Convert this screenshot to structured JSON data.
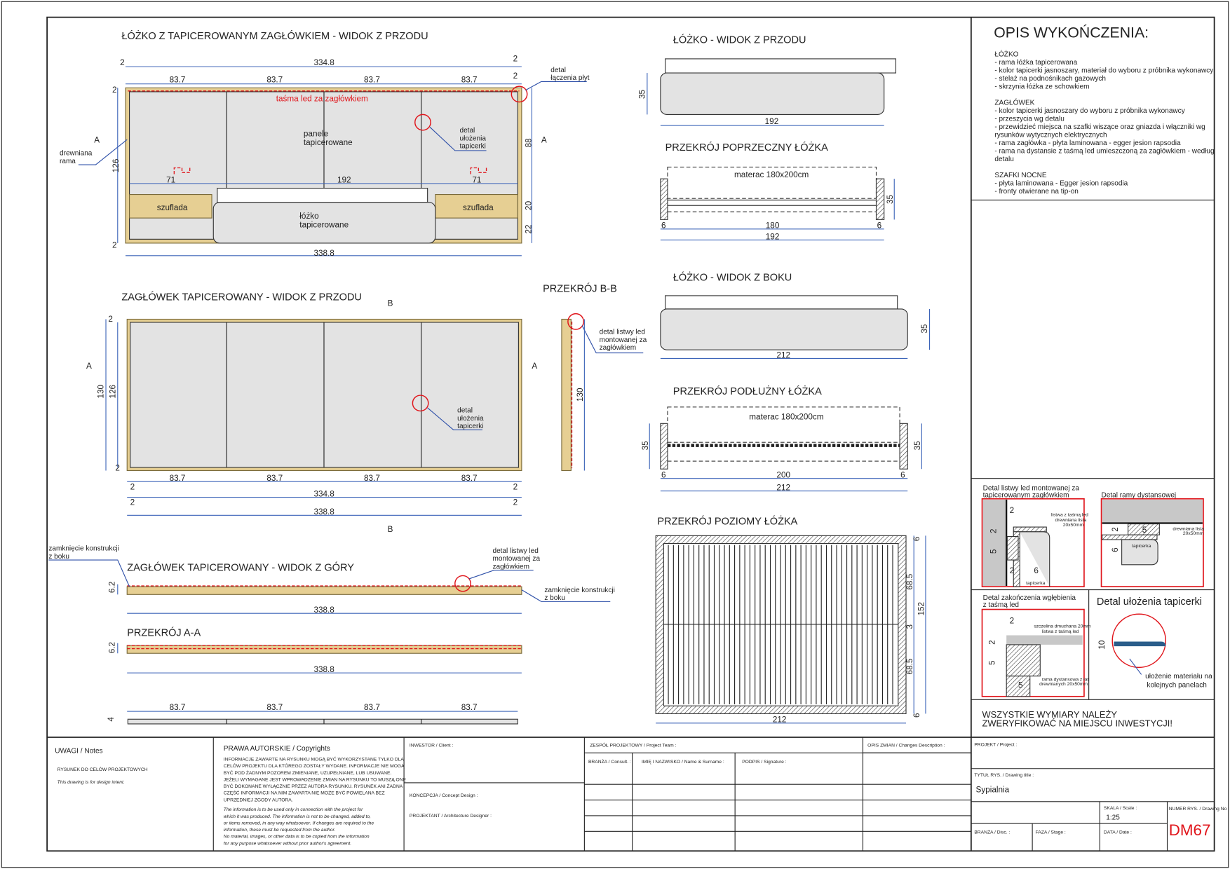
{
  "front_view": {
    "title": "ŁÓŻKO Z TAPICEROWANYM ZAGŁÓWKIEM - WIDOK Z PRZODU",
    "led_label": "taśma led za zagłówkiem",
    "panels_label": [
      "panele",
      "tapicerowane"
    ],
    "detail_upholstery": [
      "detal",
      "ułożenia",
      "tapicerki"
    ],
    "detail_joint": [
      "detal",
      "łączenia płyt"
    ],
    "wood_frame": [
      "drewniana",
      "rama"
    ],
    "drawer": "szuflada",
    "bed": [
      "łóżko",
      "tapicerowane"
    ],
    "section_mark": "A",
    "dims": {
      "side_left": "2",
      "total_inner": "334.8",
      "side_right": "2",
      "panel": "83.7",
      "top": "2",
      "height": "126",
      "upper": "88",
      "drawer_h": "20",
      "base_h": "22",
      "bottom": "2",
      "total": "338.8",
      "bed_w": "192",
      "offset": "71"
    }
  },
  "headboard_front": {
    "title": "ZAGŁÓWEK TAPICEROWANY - WIDOK Z PRZODU",
    "section_b": "B",
    "section_a": "A",
    "detail_upholstery": [
      "detal",
      "ułożenia",
      "tapicerki"
    ],
    "dims": {
      "outer_h": "130",
      "inner_h": "126",
      "edge": "2",
      "panel": "83.7",
      "inner_w": "334.8",
      "total": "338.8"
    }
  },
  "section_bb": {
    "title": "PRZEKRÓJ B-B",
    "detail_led": [
      "detal listwy led",
      "montowanej za",
      "zagłówkiem"
    ],
    "height": "130"
  },
  "headboard_top": {
    "title": "ZAGŁÓWEK TAPICEROWANY - WIDOK Z GÓRY",
    "closure_left": [
      "zamknięcie konstrukcji",
      "z boku"
    ],
    "closure_right": [
      "zamknięcie konstrukcji",
      "z boku"
    ],
    "detail_led": [
      "detal listwy led",
      "montowanej za",
      "zagłówkiem"
    ],
    "depth": "6.2",
    "total": "338.8"
  },
  "section_aa": {
    "title": "PRZEKRÓJ A-A",
    "depth": "6.2",
    "total": "338.8",
    "panel": "83.7",
    "thickness": "4"
  },
  "bed_front": {
    "title": "ŁÓŻKO - WIDOK Z PRZODU",
    "height": "35",
    "width": "192"
  },
  "bed_cross": {
    "title": "PRZEKRÓJ POPRZECZNY ŁÓŻKA",
    "mattress": "materac 180x200cm",
    "height": "35",
    "side": "6",
    "inner": "180",
    "total": "192"
  },
  "bed_side": {
    "title": "ŁÓŻKO - WIDOK Z BOKU",
    "height": "35",
    "length": "212"
  },
  "bed_long": {
    "title": "PRZEKRÓJ PODŁUŻNY ŁÓŻKA",
    "mattress": "materac 180x200cm",
    "height": "35",
    "side": "6",
    "inner": "200",
    "total": "212"
  },
  "bed_plan": {
    "title": "PRZEKRÓJ POZIOMY ŁÓŻKA",
    "edge": "6",
    "half": "68.5",
    "mid": "3",
    "total_w": "152",
    "length": "212"
  },
  "finish": {
    "title": "OPIS WYKOŃCZENIA:",
    "sections": [
      {
        "heading": "ŁÓŻKO",
        "lines": [
          "- rama łóżka tapicerowana",
          "- kolor tapicerki jasnoszary, materiał do wyboru z próbnika wykonawcy",
          "- stelaż na podnośnikach gazowych",
          "- skrzynia łóżka ze schowkiem"
        ]
      },
      {
        "heading": "ZAGŁÓWEK",
        "lines": [
          "- kolor tapicerki jasnoszary do wyboru z próbnika wykonawcy",
          "- przeszycia wg detalu",
          "- przewidzieć miejsca na szafki wiszące oraz gniazda i włączniki wg",
          "rysunków wytycznych elektrycznych",
          "- rama zagłówka - płyta laminowana - egger jesion rapsodia",
          "- rama na dystansie z taśmą led umieszczoną za zagłówkiem - według",
          "detalu"
        ]
      },
      {
        "heading": "SZAFKI NOCNE",
        "lines": [
          "- płyta laminowana - Egger jesion rapsodia",
          "- fronty otwierane na tip-on"
        ]
      }
    ]
  },
  "details": {
    "led_strip": {
      "title": [
        "Detal listwy led montowanej za",
        "tapicerowanym zagłówkiem"
      ],
      "labels": [
        "listwa z taśmą led",
        "drewniana lista",
        "20x50mm",
        "tapicerka"
      ],
      "dims": [
        "2",
        "2",
        "5",
        "2",
        "6"
      ]
    },
    "spacer": {
      "title": "Detal ramy dystansowej",
      "labels": [
        "drewniana lista",
        "20x50mm",
        "tapicerka"
      ],
      "dims": [
        "2",
        "6",
        "5"
      ]
    },
    "recess": {
      "title": [
        "Detal zakończenia wgłębienia",
        "z taśmą led"
      ],
      "labels": [
        "szczelina dmuchana 20mm",
        "listwa z taśmą led",
        "rama dystansowa z łat",
        "drewnianych 20x50mm"
      ],
      "dims": [
        "2",
        "2",
        "5",
        "5"
      ]
    },
    "upholstery": {
      "title": "Detal ułożenia tapicerki",
      "dim": "10",
      "label": [
        "ułożenie materiału na",
        "kolejnych panelach"
      ]
    }
  },
  "verify_note": [
    "WSZYSTKIE WYMIARY NALEŻY",
    "ZWERYFIKOWAĆ NA MIEJSCU INWESTYCJI!"
  ],
  "title_block": {
    "notes_label": "UWAGI / Notes",
    "notes_pl": "RYSUNEK DO CELÓW PROJEKTOWYCH",
    "notes_en": "This drawing is for design intent.",
    "copyright_label": "PRAWA AUTORSKIE / Copyrights",
    "copyright_pl": [
      "INFORMACJE ZAWARTE NA RYSUNKU MOGĄ BYĆ WYKORZYSTANE TYLKO DLA",
      "CELÓW PROJEKTU DLA KTÓREGO ZOSTAŁY WYDANE. INFORMACJE NIE MOGĄ",
      "BYĆ POD ŻADNYM POZOREM ZMIENIANE, UZUPEŁNIANE, LUB USUWANE.",
      "JEŻELI WYMAGANE JEST WPROWADZENIE ZMIAN NA RYSUNKU TO MUSZĄ ONE",
      "BYĆ DOKONANE WYŁĄCZNIE PRZEZ AUTORA RYSUNKU. RYSUNEK ANI ŻADNA",
      "CZĘŚĆ INFORMACJI NA NIM ZAWARTA NIE MOŻE BYĆ POWIELANA BEZ",
      "UPRZEDNIEJ ZGODY AUTORA."
    ],
    "copyright_en": [
      "The information is to be used only in connection with the project for",
      "which it was produced. The information is not to be changed, added to,",
      "or items removed, in any way whatsoever. If changes are required to the",
      "information, these must be requested from the author.",
      "No material, images, or other data is to be copied from the information",
      "for any purpose whatsoever without prior author's agreement."
    ],
    "client": "INWESTOR / Client :",
    "concept": "KONCEPCJA / Concept Design :",
    "designer": "PROJEKTANT / Architecture Designer :",
    "team": "ZESPÓŁ PROJEKTOWY / Project Team :",
    "consult": "BRANŻA / Consult. :",
    "name": "IMIĘ I NAZWISKO / Name & Surname :",
    "signature": "PODPIS / Signature :",
    "changes": "OPIS ZMIAN / Changes Description :",
    "project": "PROJEKT / Project :",
    "drawing_title_label": "TYTUŁ RYS. / Drawing title :",
    "drawing_title": "Sypialnia",
    "scale_label": "SKALA / Scale :",
    "scale": "1:25",
    "number_label": "NUMER RYS. / Drawing No :",
    "number": "DM67",
    "discipline": "BRANŻA / Disc. :",
    "stage": "FAZA / Stage :",
    "date": "DATA / Date :"
  }
}
